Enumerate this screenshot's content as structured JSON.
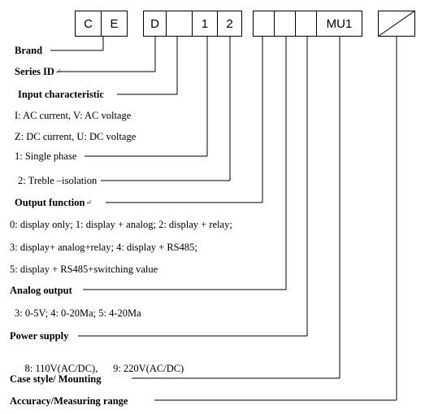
{
  "boxes": {
    "c": "C",
    "e": "E",
    "d": "D",
    "one": "1",
    "two": "2",
    "mu": "MU1"
  },
  "labels": {
    "brand": "Brand",
    "series_id": "Series ID",
    "input_characteristic": "Input characteristic",
    "input_ac": "I: AC current, V: AC voltage",
    "input_dc": "Z: DC current, U: DC voltage",
    "single_phase": "1: Single phase",
    "treble": "2: Treble –isolation",
    "output_function": "Output function",
    "output_opts_1": "0: display only; 1: display + analog; 2: display + relay;",
    "output_opts_2": "3: display+ analog+relay; 4: display + RS485;",
    "output_opts_3": "5: display + RS485+switching value",
    "analog_output": "Analog output",
    "analog_opts": "3: 0-5V; 4: 0-20Ma; 5: 4-20Ma",
    "power_supply": "Power supply",
    "power_opts": "8: 110V(AC/DC),      9: 220V(AC/DC)",
    "case_style": "Case style/ Mounting",
    "accuracy": "Accuracy/Measuring range"
  },
  "colors": {
    "line": "#000000",
    "text": "#000000"
  }
}
